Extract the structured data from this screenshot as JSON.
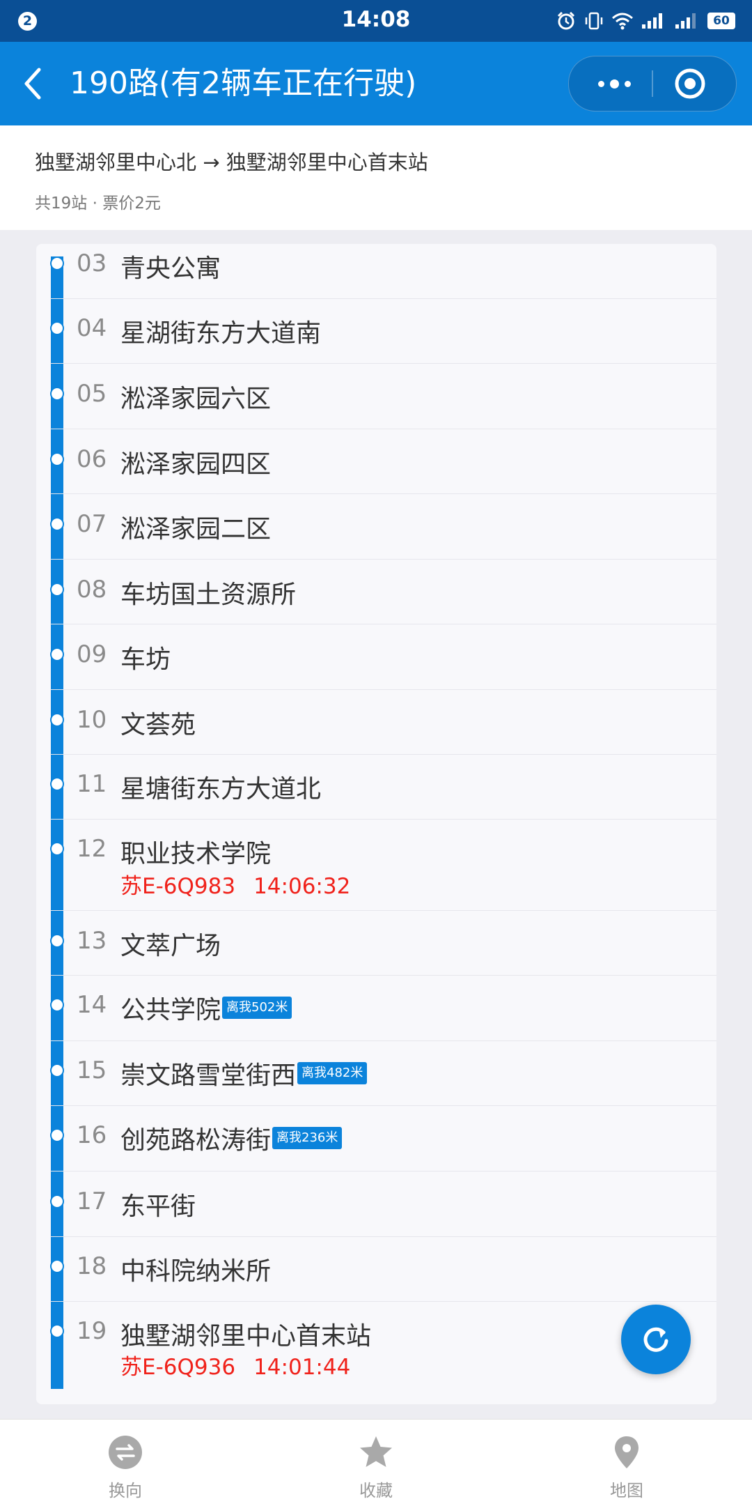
{
  "status_bar": {
    "notification_count": "2",
    "time": "14:08",
    "battery": "60"
  },
  "header": {
    "title": "190路(有2辆车正在行驶)"
  },
  "route": {
    "direction": "独墅湖邻里中心北 → 独墅湖邻里中心首末站",
    "meta": "共19站 · 票价2元"
  },
  "stops": [
    {
      "num": "03",
      "name": "青央公寓"
    },
    {
      "num": "04",
      "name": "星湖街东方大道南"
    },
    {
      "num": "05",
      "name": "淞泽家园六区"
    },
    {
      "num": "06",
      "name": "淞泽家园四区"
    },
    {
      "num": "07",
      "name": "淞泽家园二区"
    },
    {
      "num": "08",
      "name": "车坊国土资源所"
    },
    {
      "num": "09",
      "name": "车坊"
    },
    {
      "num": "10",
      "name": "文荟苑"
    },
    {
      "num": "11",
      "name": "星塘街东方大道北"
    },
    {
      "num": "12",
      "name": "职业技术学院",
      "bus": {
        "plate": "苏E-6Q983",
        "time": "14:06:32"
      }
    },
    {
      "num": "13",
      "name": "文萃广场"
    },
    {
      "num": "14",
      "name": "公共学院",
      "distance": "离我502米"
    },
    {
      "num": "15",
      "name": "崇文路雪堂街西",
      "distance": "离我482米"
    },
    {
      "num": "16",
      "name": "创苑路松涛街",
      "distance": "离我236米"
    },
    {
      "num": "17",
      "name": "东平街"
    },
    {
      "num": "18",
      "name": "中科院纳米所"
    },
    {
      "num": "19",
      "name": "独墅湖邻里中心首末站",
      "bus": {
        "plate": "苏E-6Q936",
        "time": "14:01:44"
      }
    }
  ],
  "bottom_nav": {
    "reverse": "换向",
    "favorite": "收藏",
    "map": "地图"
  },
  "colors": {
    "primary": "#0B83DB",
    "status_bar": "#0A4F95",
    "bus_text": "#F0221B"
  },
  "icons": {
    "back": "chevron-left-icon",
    "more": "more-dots-icon",
    "close": "target-circle-icon",
    "refresh": "refresh-icon",
    "reverse": "swap-arrows-icon",
    "favorite": "star-icon",
    "map": "map-pin-icon"
  }
}
